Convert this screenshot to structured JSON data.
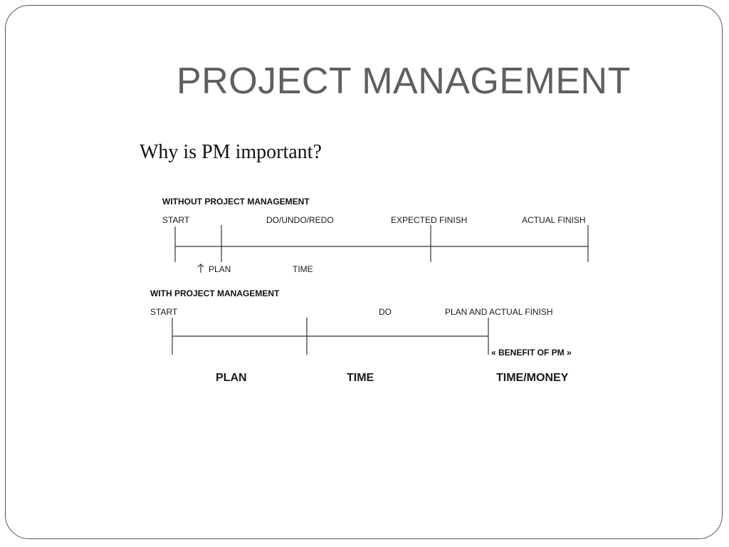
{
  "slide": {
    "title": "PROJECT MANAGEMENT",
    "subtitle": "Why is PM important?"
  },
  "diagram": {
    "without": {
      "heading": "WITHOUT PROJECT  MANAGEMENT",
      "labels": {
        "start": "START",
        "do_undo_redo": "DO/UNDO/REDO",
        "expected_finish": "EXPECTED FINISH",
        "actual_finish": "ACTUAL FINISH",
        "plan": "PLAN",
        "time": "TIME"
      }
    },
    "with": {
      "heading": "WITH PROJECT  MANAGEMENT",
      "labels": {
        "start": "START",
        "do": "DO",
        "plan_and_actual_finish": "PLAN AND ACTUAL FINISH",
        "benefit": "« BENEFIT OF PM »"
      }
    },
    "bottom_labels": {
      "plan": "PLAN",
      "time": "TIME",
      "time_money": "TIME/MONEY"
    },
    "colors": {
      "line": "#333333",
      "title": "#5f5f5f"
    },
    "icons": {
      "plan_marker": "arrow-up-icon"
    }
  }
}
